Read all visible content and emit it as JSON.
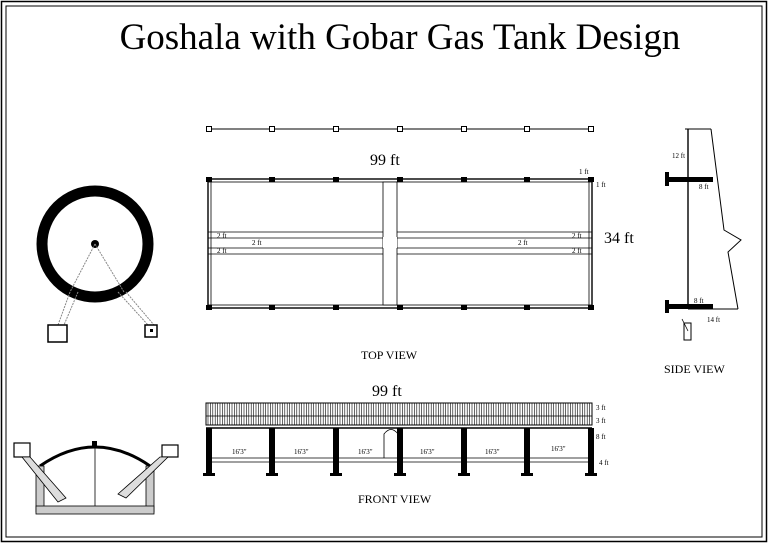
{
  "title": "Goshala with Gobar Gas Tank Design",
  "top_view": {
    "caption": "TOP VIEW",
    "length": "99 ft",
    "width": "34 ft",
    "dim_1ft_a": "1 ft",
    "dim_1ft_b": "1 ft",
    "dim_2ft": "2 ft"
  },
  "front_view": {
    "caption": "FRONT VIEW",
    "length": "99 ft",
    "bay": "16'3\"",
    "h_roof": "3 ft",
    "h_truss": "3 ft",
    "h_wall": "8 ft",
    "h_base": "4 ft"
  },
  "side_view": {
    "caption": "SIDE VIEW",
    "h_top": "12 ft",
    "dim_8ft": "8 ft",
    "dim_14ft": "14 ft"
  }
}
